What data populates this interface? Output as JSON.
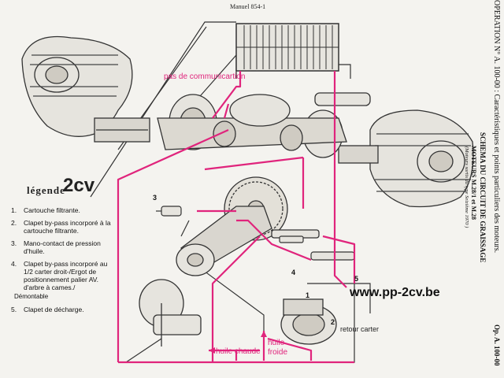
{
  "header_tag": "Manuel 854-1",
  "legend": {
    "title": "légende",
    "brand": "2cv",
    "items": [
      {
        "num": "1.",
        "text": "Cartouche filtrante."
      },
      {
        "num": "2.",
        "text": "Clapet by-pass incorporé à la cartouche filtrante."
      },
      {
        "num": "3.",
        "text": "Mano-contact de pression d'huile."
      },
      {
        "num": "4.",
        "text": "Clapet by-pass incorporé au 1/2 carter droit-/Ergot de positionnement palier AV. d'arbre à cames./",
        "sub": "Démontable"
      },
      {
        "num": "5.",
        "text": "Clapet de décharge."
      }
    ]
  },
  "annotations": {
    "pas_de_communication": "pas de communicartion",
    "huile_chaude": "huile chaude",
    "huile_froide_1": "huile",
    "huile_froide_2": "froide",
    "retour_carter": "retour carter",
    "website": "www.pp-2cv.be"
  },
  "part_numbers": {
    "p1": "1",
    "p2": "2",
    "p3": "3",
    "p4": "4",
    "p5": "5"
  },
  "vertical_text": {
    "operation": "OPERATION N° A. 100-00 : Caractéristiques et points particuliers des moteurs.",
    "schema": "SCHEMA DU CIRCUIT DE GRAISSAGE",
    "moteurs": "MOTEURS M.28/1 et M.28",
    "coupes": "(Moteurs sortis du type Seizième 1970 )",
    "op_right": "Op. A. 100-00"
  },
  "colors": {
    "oil_circuit": "#e0247c",
    "ink": "#222222",
    "paper": "#f4f3ef"
  }
}
